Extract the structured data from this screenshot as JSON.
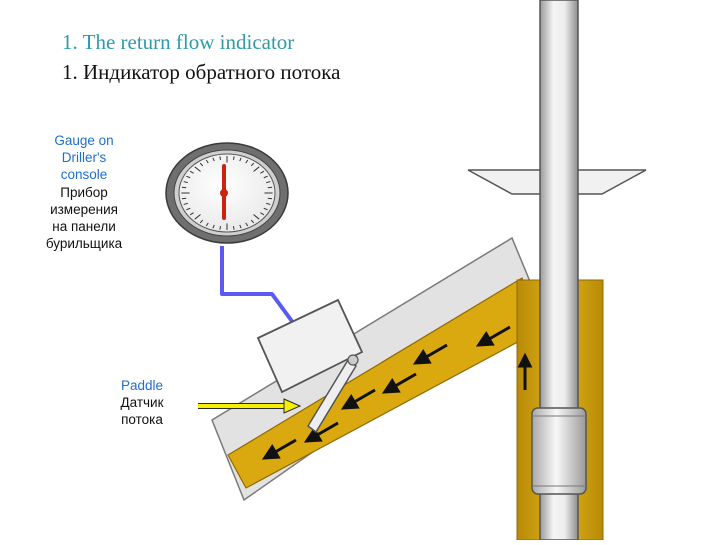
{
  "title": {
    "en": "1.  The return flow indicator",
    "ru": "1. Индикатор обратного потока"
  },
  "labels": {
    "gauge": {
      "en": [
        "Gauge on",
        "Driller's",
        "console"
      ],
      "ru": [
        "Прибор",
        "измерения",
        "на панели",
        "бурильщика"
      ]
    },
    "paddle": {
      "en": [
        "Paddle"
      ],
      "ru": [
        "Датчик",
        "потока"
      ]
    }
  },
  "colors": {
    "title_en": "#2e9aa8",
    "label_en": "#1f6fc9",
    "mud": "#d9a90f",
    "mud_dark": "#a47a05",
    "pipe": "#dcdcdc",
    "wire": "#5a5af0",
    "gauge_ring": "#6f6f6f",
    "needle": "#cc2211",
    "pointer_arrow": "#f5f000"
  },
  "icons": {
    "flow_arrow": "arrow-left-down-icon",
    "pointer": "arrow-right-icon"
  }
}
